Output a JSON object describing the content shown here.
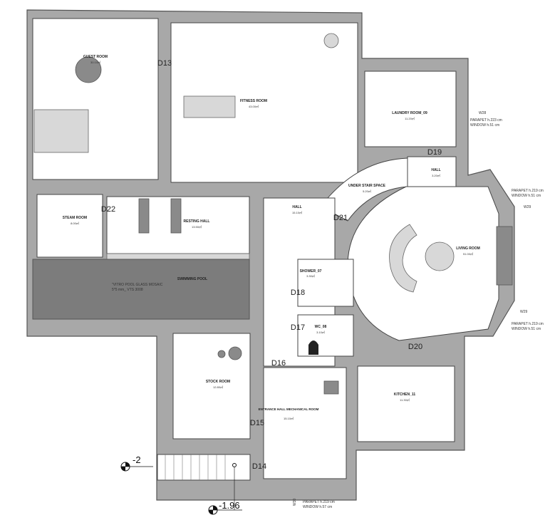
{
  "plan": {
    "rooms": [
      {
        "name": "GUEST ROOM",
        "area": "30.10㎡"
      },
      {
        "name": "FITNESS ROOM",
        "area": "43.00㎡"
      },
      {
        "name": "LAUNDRY ROOM_09",
        "area": "11.20㎡"
      },
      {
        "name": "HALL",
        "area": "3.20㎡"
      },
      {
        "name": "UNDER STAIR SPACE",
        "area": "5.20㎡"
      },
      {
        "name": "HALL",
        "area": "15.10㎡"
      },
      {
        "name": "LIVING ROOM",
        "area": "51.00㎡"
      },
      {
        "name": "STEAM ROOM",
        "area": "8.00㎡"
      },
      {
        "name": "RESTING HALL",
        "area": "13.50㎡"
      },
      {
        "name": "SHOWER_07",
        "area": "3.30㎡"
      },
      {
        "name": "WC_08",
        "area": "3.10㎡"
      },
      {
        "name": "STOCK ROOM",
        "area": "12.80㎡"
      },
      {
        "name": "ENTRANCE HALL MECHANICAL ROOM",
        "area": "15.10㎡"
      },
      {
        "name": "KITCHEN_11",
        "area": "11.30㎡"
      }
    ],
    "pool": {
      "name": "SWIMMING POOL",
      "note1": "\"VITRO POOL GLASS MOSAIC",
      "note2": "5*5 mm_ VTS 3008"
    },
    "doors": [
      "D13",
      "D14",
      "D15",
      "D16",
      "D17",
      "D18",
      "D19",
      "D20",
      "D21",
      "D22"
    ],
    "levels": [
      "-2",
      "-1.96"
    ],
    "windows": [
      {
        "tag": "W28",
        "parapet": "PARAPET h.223 cm",
        "window": "WINDOW h.51 cm"
      },
      {
        "tag": "W29",
        "parapet": "PARAPET h.219 cm",
        "window": "WINDOW h.51 cm"
      },
      {
        "tag": "W29",
        "parapet": "PARAPET h.219 cm",
        "window": "WINDOW h.51 cm"
      },
      {
        "tag": "W30",
        "parapet": "PARAPET h.219 cm",
        "window": "WINDOW h.57 cm"
      }
    ]
  }
}
